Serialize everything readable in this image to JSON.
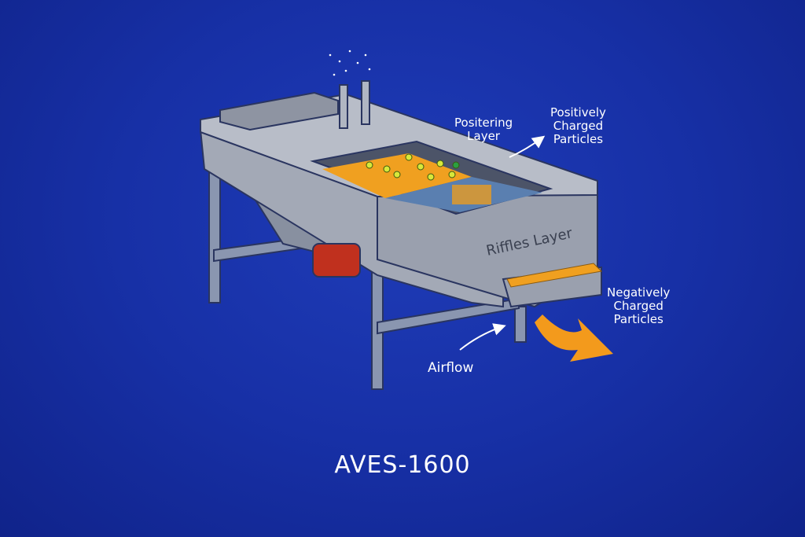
{
  "labels": {
    "positering_layer": "Positering\nLayer",
    "positively_charged": "Positively\nCharged\nParticles",
    "riffles_layer": "Riffles Layer",
    "negatively_charged": "Negatively\nCharged\nParticles",
    "airflow": "Airflow"
  },
  "title": "AVES-1600",
  "colors": {
    "background": "#1730a6",
    "metal": "#9ea4b0",
    "orange": "#f0a020",
    "water": "#5a7fb0",
    "motor": "#c0301e"
  }
}
